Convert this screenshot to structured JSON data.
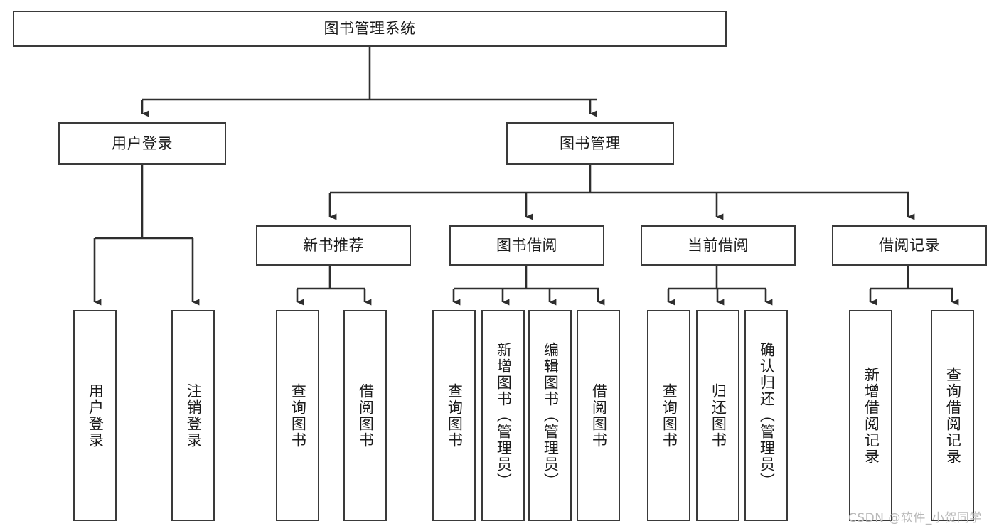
{
  "diagram": {
    "type": "tree",
    "title": "图书管理系统",
    "root": {
      "id": "root",
      "label": "图书管理系统"
    },
    "level1": [
      {
        "id": "user-login",
        "label": "用户登录"
      },
      {
        "id": "book-manage",
        "label": "图书管理"
      }
    ],
    "level2": [
      {
        "id": "new-book-recommend",
        "label": "新书推荐",
        "parent": "book-manage"
      },
      {
        "id": "book-borrow",
        "label": "图书借阅",
        "parent": "book-manage"
      },
      {
        "id": "current-borrow",
        "label": "当前借阅",
        "parent": "book-manage"
      },
      {
        "id": "borrow-record",
        "label": "借阅记录",
        "parent": "book-manage"
      }
    ],
    "leaves": [
      {
        "id": "leaf-user-login",
        "label": "用户登录",
        "parent": "user-login"
      },
      {
        "id": "leaf-user-logout",
        "label": "注销登录",
        "parent": "user-login"
      },
      {
        "id": "leaf-query-book-1",
        "label": "查询图书",
        "parent": "new-book-recommend"
      },
      {
        "id": "leaf-borrow-book-1",
        "label": "借阅图书",
        "parent": "new-book-recommend"
      },
      {
        "id": "leaf-query-book-2",
        "label": "查询图书",
        "parent": "book-borrow"
      },
      {
        "id": "leaf-add-book",
        "label": "新增图书（管理员）",
        "parent": "book-borrow"
      },
      {
        "id": "leaf-edit-book",
        "label": "编辑图书（管理员）",
        "parent": "book-borrow"
      },
      {
        "id": "leaf-borrow-book-2",
        "label": "借阅图书",
        "parent": "book-borrow"
      },
      {
        "id": "leaf-query-book-3",
        "label": "查询图书",
        "parent": "current-borrow"
      },
      {
        "id": "leaf-return-book",
        "label": "归还图书",
        "parent": "current-borrow"
      },
      {
        "id": "leaf-confirm-return",
        "label": "确认归还（管理员）",
        "parent": "current-borrow"
      },
      {
        "id": "leaf-add-record",
        "label": "新增借阅记录",
        "parent": "borrow-record"
      },
      {
        "id": "leaf-query-record",
        "label": "查询借阅记录",
        "parent": "borrow-record"
      }
    ],
    "colors": {
      "border": "#3a3a3a",
      "background": "#ffffff",
      "text": "#1b1b1b",
      "connector": "#2e2e2e",
      "watermark": "#b9b9b9"
    }
  },
  "watermark": {
    "text": "CSDN @软件_小贺同学"
  }
}
